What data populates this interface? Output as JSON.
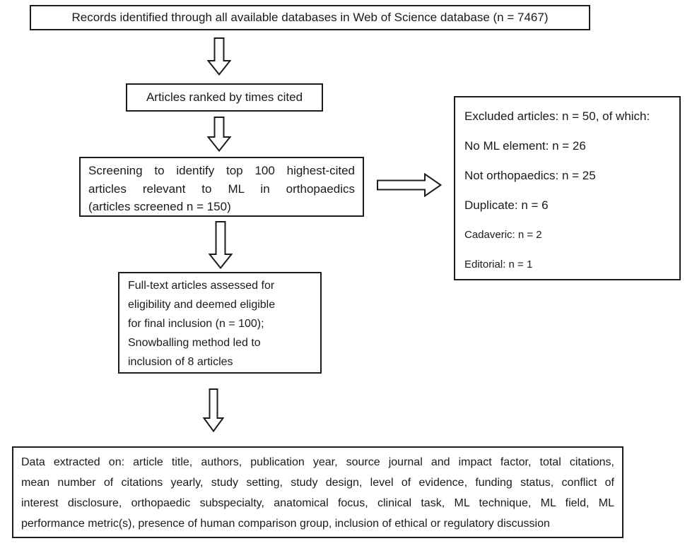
{
  "page": {
    "background_color": "#ffffff",
    "border_color": "#1c1c1c",
    "text_color": "#1a1a1a",
    "arrow_fill": "#ffffff",
    "arrow_stroke": "#1c1c1c"
  },
  "icons": {
    "down_arrow": "outlined block arrow pointing down",
    "right_arrow": "outlined block arrow pointing right"
  },
  "flowchart": {
    "box_records": {
      "text": "Records identified through all available databases in Web of Science database (n = 7467)"
    },
    "box_ranked": {
      "text": "Articles ranked by times cited"
    },
    "box_screening": {
      "lines": [
        "Screening to identify top 100 highest-cited",
        "articles relevant to ML in orthopaedics",
        "(articles screened n = 150)"
      ]
    },
    "box_excluded": {
      "lines": [
        "Excluded articles: n = 50, of which:",
        "No ML element: n = 26",
        "Not orthopaedics:  n = 25",
        "Duplicate: n = 6",
        "Cadaveric: n = 2",
        "Editorial: n = 1"
      ]
    },
    "box_fulltext": {
      "lines": [
        "Full-text articles assessed for",
        "eligibility and deemed eligible",
        "for final inclusion (n = 100);",
        "Snowballing method led to",
        "inclusion of 8 articles"
      ]
    },
    "box_data_extracted": {
      "lines": [
        "Data extracted on: article title, authors, publication year, source journal and impact factor, total citations,",
        "mean number of citations yearly, study setting, study design, level of evidence, funding status, conflict of",
        "interest disclosure, orthopaedic subspecialty, anatomical focus, clinical task, ML technique, ML field,  ML",
        "performance metric(s), presence of human comparison group, inclusion of ethical or regulatory discussion"
      ]
    }
  }
}
